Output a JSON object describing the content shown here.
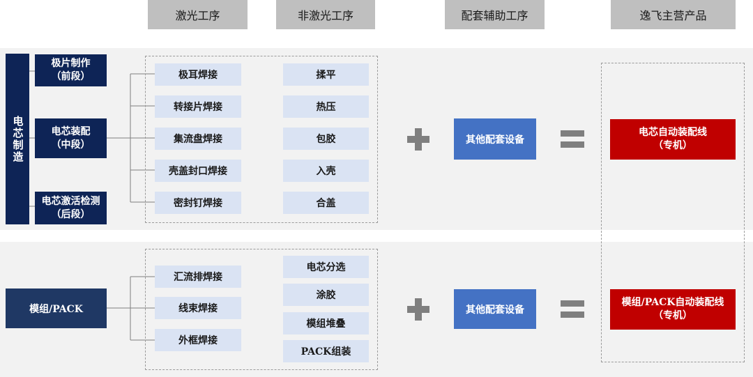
{
  "headers": [
    "激光工序",
    "非激光工序",
    "配套辅助工序",
    "逸飞主营产品"
  ],
  "cell": {
    "side_label": "电芯制造",
    "stages": [
      "极片制作\n（前段）",
      "电芯装配\n（中段）",
      "电芯激活检测\n（后段）"
    ],
    "laser_steps": [
      "极耳焊接",
      "转接片焊接",
      "集流盘焊接",
      "壳盖封口焊接",
      "密封钉焊接"
    ],
    "nonlaser_steps": [
      "揉平",
      "热压",
      "包胶",
      "入壳",
      "合盖"
    ],
    "support": "其他配套设备",
    "product": "电芯自动装配线\n（专机）"
  },
  "module": {
    "label": "模组/PACK",
    "laser_steps": [
      "汇流排焊接",
      "线束焊接",
      "外框焊接"
    ],
    "nonlaser_steps": [
      "电芯分选",
      "涂胶",
      "模组堆叠",
      "PACK组装"
    ],
    "support": "其他配套设备",
    "product": "模组/PACK自动装配线\n（专机）"
  },
  "colors": {
    "header_gray": "#bfbfbf",
    "band_gray": "#f2f2f2",
    "navy": "#0e2456",
    "slate_blue": "#1f3864",
    "light_blue": "#dae3f3",
    "mid_blue": "#4472c4",
    "red": "#c00000",
    "operator_gray": "#7f7f7f"
  }
}
